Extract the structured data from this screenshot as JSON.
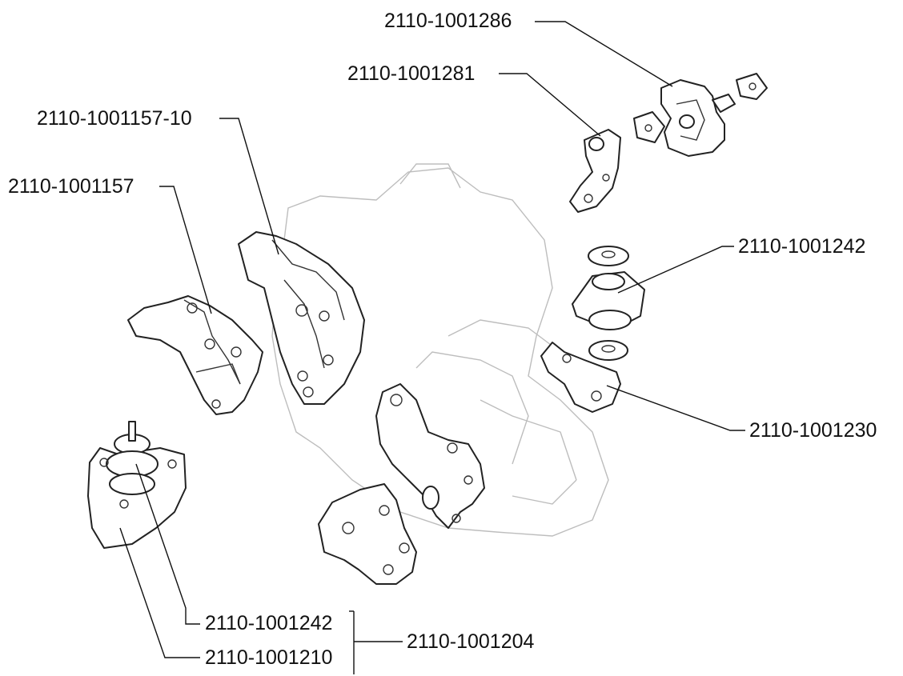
{
  "labels": {
    "mount_top_right": "2110-1001286",
    "bracket_top": "2110-1001281",
    "bracket_left_upper": "2110-1001157-10",
    "bracket_left": "2110-1001157",
    "cushion_right": "2110-1001242",
    "bracket_right": "2110-1001230",
    "cushion_left": "2110-1001242",
    "support_left": "2110-1001210",
    "assembly_left": "2110-1001204"
  }
}
